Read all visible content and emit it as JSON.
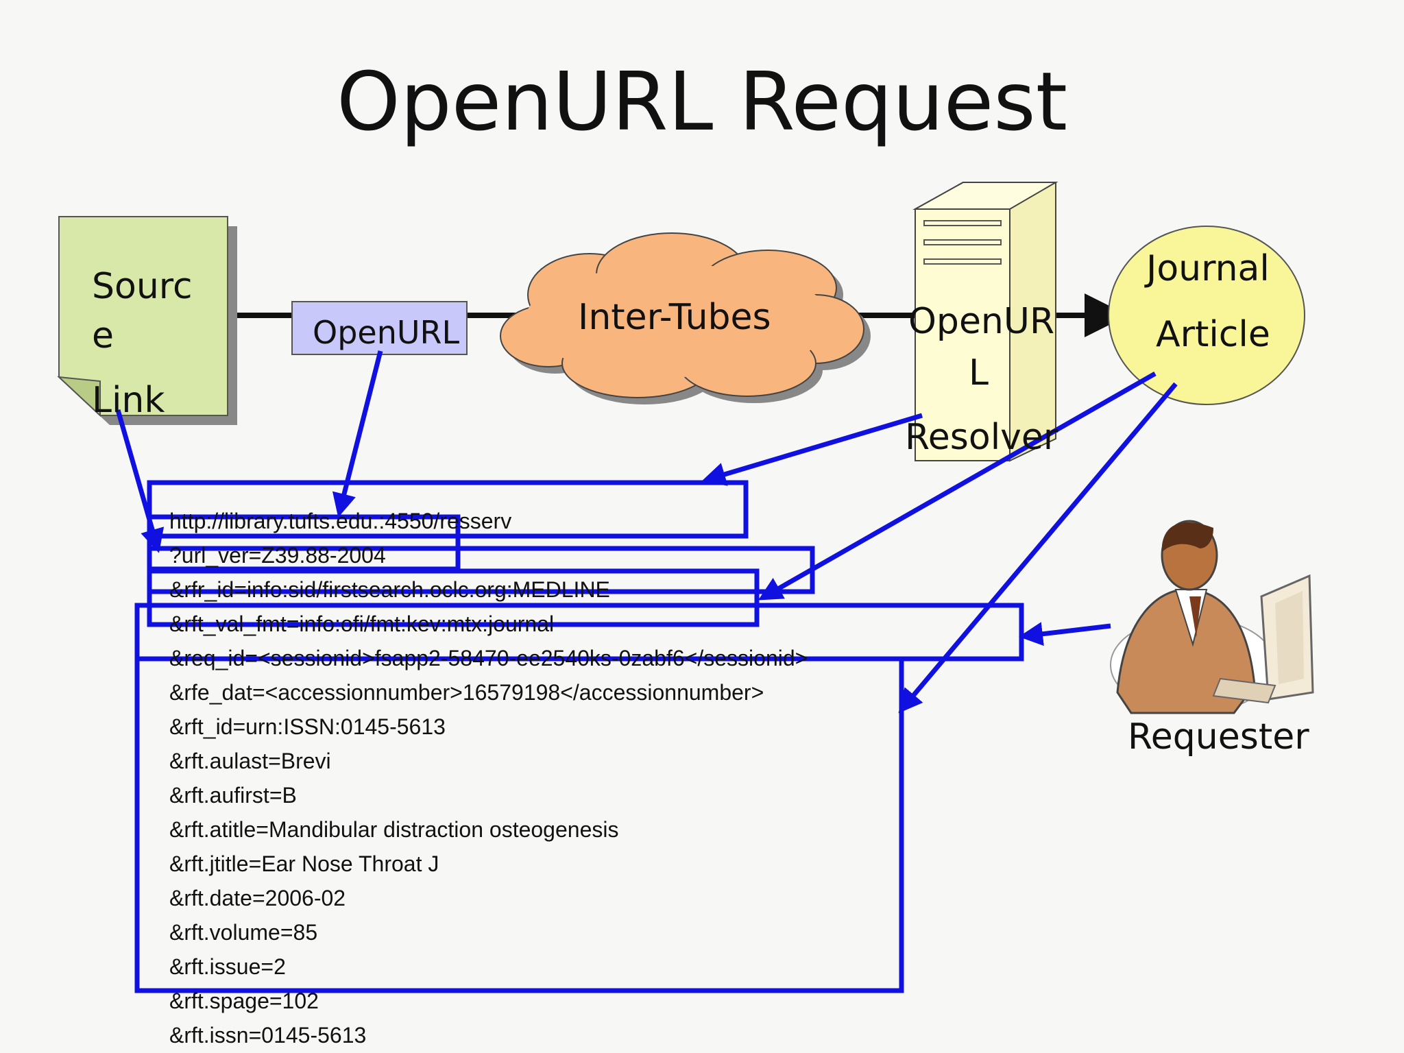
{
  "title": "OpenURL Request",
  "nodes": {
    "source_link": [
      "Sourc",
      "e",
      "Link"
    ],
    "openurl_tag": "OpenURL",
    "cloud": "Inter-Tubes",
    "resolver": [
      "OpenUR",
      "L",
      "Resolver"
    ],
    "article": [
      "Journal",
      "Article"
    ],
    "requester": "Requester"
  },
  "url_lines": [
    "http://library.tufts.edu.:4550/resserv",
    "?url_ver=Z39.88-2004",
    "&rfr_id=info:sid/firstsearch.oclc.org:MEDLINE",
    "&rft_val_fmt=info:ofi/fmt:kev:mtx:journal",
    "&req_id=<sessionid>fsapp2-58470-ee2540ks-0zabf6</sessionid>",
    "&rfe_dat=<accessionnumber>16579198</accessionnumber>",
    "&rft_id=urn:ISSN:0145-5613",
    "&rft.aulast=Brevi",
    "&rft.aufirst=B",
    "&rft.atitle=Mandibular distraction osteogenesis",
    "&rft.jtitle=Ear Nose Throat J",
    "&rft.date=2006-02",
    "&rft.volume=85",
    "&rft.issue=2",
    "&rft.spage=102",
    "&rft.issn=0145-5613"
  ],
  "colors": {
    "highlight_blue": "#1010e0",
    "doc_fill": "#d8e8a8",
    "tag_fill": "#c8c8fa",
    "cloud_fill": "#f8b57d",
    "server_fill": "#fdfcd2",
    "article_fill": "#f8f698"
  }
}
